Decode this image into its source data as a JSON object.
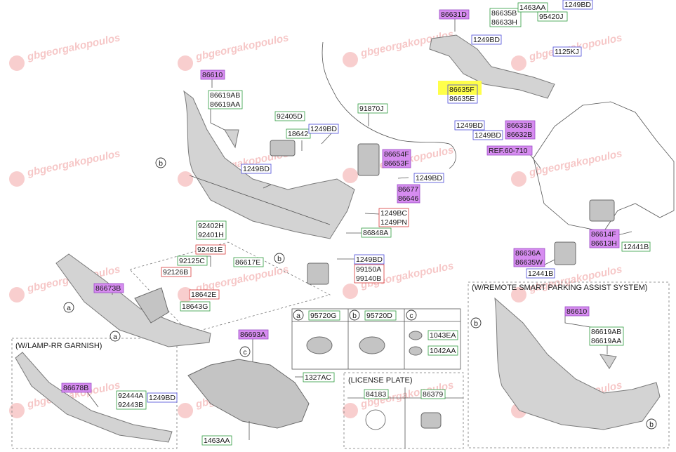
{
  "watermark": "gbgeorgakopoulos",
  "labels": {
    "l86631D": "86631D",
    "l86635B": "86635B",
    "l86633H": "86633H",
    "l1463AA_top": "1463AA",
    "l95420J": "95420J",
    "l1249BD_tr": "1249BD",
    "l1249BD_t2": "1249BD",
    "l1125KJ": "1125KJ",
    "l86635F": "86635F",
    "l86635E": "86635E",
    "l1249BD_m1": "1249BD",
    "l1249BD_m2": "1249BD",
    "l86633B": "86633B",
    "l86632B": "86632B",
    "lREF": "REF.60-710",
    "l86610": "86610",
    "l86619AB": "86619AB",
    "l86619AA": "86619AA",
    "l92405D": "92405D",
    "l18642": "18642",
    "l1249BD_c": "1249BD",
    "l91870J": "91870J",
    "l86654F": "86654F",
    "l86653F": "86653F",
    "l1249BD_l": "1249BD",
    "l1249BD_r": "1249BD",
    "l86677": "86677",
    "l86646": "86646",
    "l1249BC": "1249BC",
    "l1249PN": "1249PN",
    "l86614F": "86614F",
    "l86613H": "86613H",
    "l12441B_a": "12441B",
    "l92402H": "92402H",
    "l92401H": "92401H",
    "l86848A": "86848A",
    "l92481E": "92481E",
    "l92125C": "92125C",
    "l92126B": "92126B",
    "l18642E": "18642E",
    "l18643G": "18643G",
    "l86617E": "86617E",
    "l1249BD_b": "1249BD",
    "l99150A": "99150A",
    "l99140B": "99140B",
    "l86636A": "86636A",
    "l86635W": "86635W",
    "l12441B_b": "12441B",
    "l86673B": "86673B",
    "l95720G": "95720G",
    "l95720D": "95720D",
    "l1043EA": "1043EA",
    "l1042AA": "1042AA",
    "l86693A": "86693A",
    "l1327AC": "1327AC",
    "l86678B": "86678B",
    "l92444A": "92444A",
    "l92443B": "92443B",
    "l1249BD_g": "1249BD",
    "l1463AA_bot": "1463AA",
    "l84183": "84183",
    "l86379": "86379",
    "r86610": "86610",
    "r86619AB": "86619AB",
    "r86619AA": "86619AA"
  },
  "captions": {
    "lamp_garnish": "(W/LAMP-RR GARNISH)",
    "remote_parking": "(W/REMOTE SMART PARKING ASSIST SYSTEM)",
    "license_plate": "(LICENSE PLATE)"
  },
  "callouts": {
    "a": "a",
    "b": "b",
    "c": "c"
  }
}
